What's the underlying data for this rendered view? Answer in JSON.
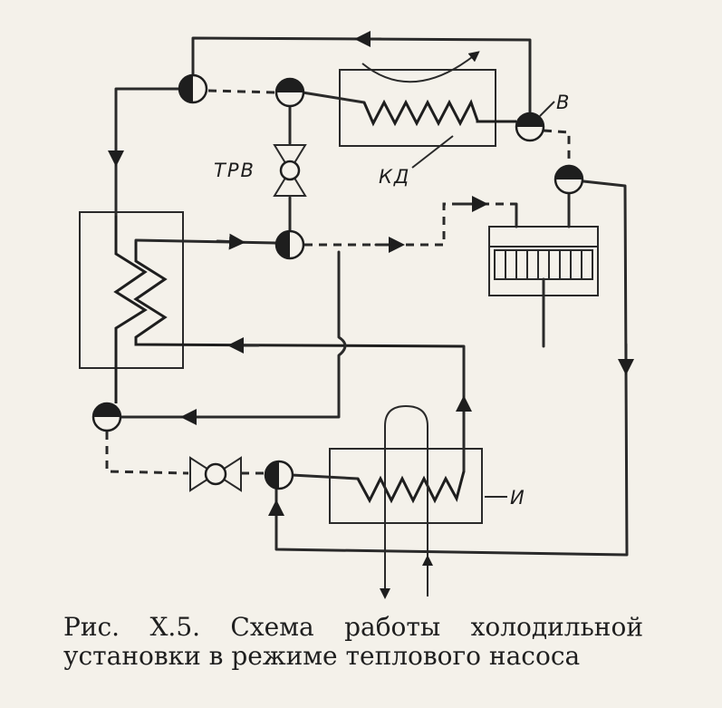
{
  "figure": {
    "labels": {
      "trv": "ТРВ",
      "kd": "КД",
      "b": "В",
      "i": "И"
    },
    "caption": "Рис. Х.5. Схема работы холодильной установки в режиме теплового насоса"
  },
  "colors": {
    "paper": "#f4f1ea",
    "ink": "#1e1e1e"
  }
}
